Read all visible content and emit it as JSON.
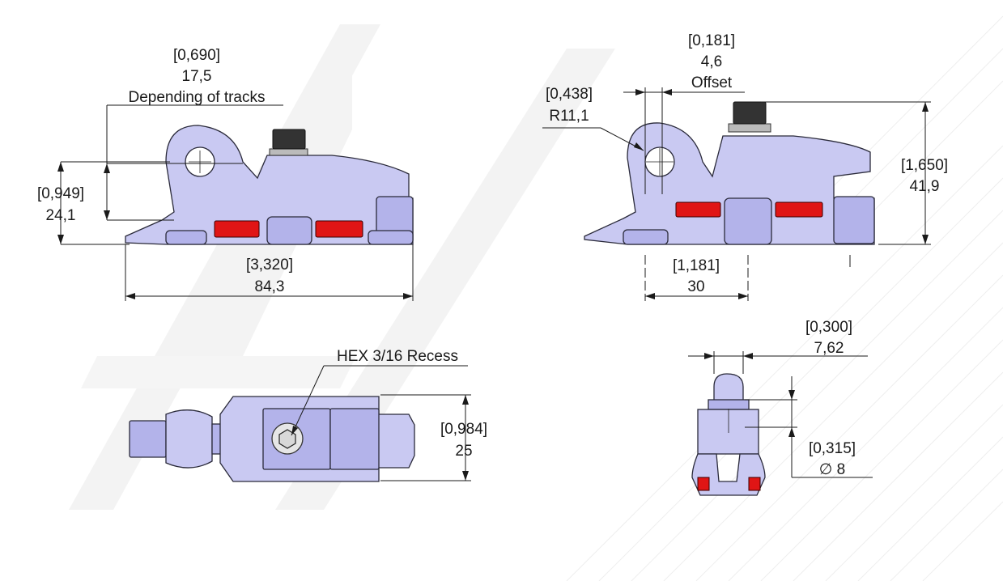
{
  "dimensions": {
    "track_depend_inch": "[0,690]",
    "track_depend_mm": "17,5",
    "track_depend_note": "Depending of tracks",
    "height_inch": "[0,949]",
    "height_mm": "24,1",
    "length_inch": "[3,320]",
    "length_mm": "84,3",
    "offset_inch": "[0,181]",
    "offset_mm": "4,6",
    "offset_label": "Offset",
    "radius_inch": "[0,438]",
    "radius_mm": "R11,1",
    "total_height_inch": "[1,650]",
    "total_height_mm": "41,9",
    "spacing_inch": "[1,181]",
    "spacing_mm": "30",
    "hex_label": "HEX 3/16 Recess",
    "width_inch": "[0,984]",
    "width_mm": "25",
    "slot_inch": "[0,300]",
    "slot_mm": "7,62",
    "dia_inch": "[0,315]",
    "dia_mm": "∅ 8"
  },
  "colors": {
    "body": "#c9c9f2",
    "roller": "#e01515",
    "watermark": "#f0f0f0"
  }
}
